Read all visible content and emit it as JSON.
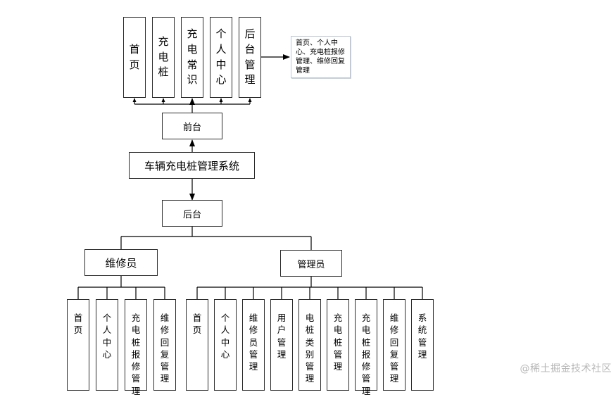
{
  "diagram": {
    "root": "车辆充电桩管理系统",
    "frontend": {
      "label": "前台",
      "modules": [
        "首页",
        "充电桩",
        "充电常识",
        "个人中心",
        "后台管理"
      ],
      "note": "首页、个人中心、充电桩报修管理、维修回复管理"
    },
    "backend": {
      "label": "后台",
      "repair_staff": {
        "label": "维修员",
        "modules": [
          "首页",
          "个人中心",
          "充电桩报修管理",
          "维修回复管理"
        ]
      },
      "admin": {
        "label": "管理员",
        "modules": [
          "首页",
          "个人中心",
          "维修员管理",
          "用户管理",
          "电桩类别管理",
          "充电桩管理",
          "充电桩报修管理",
          "维修回复管理",
          "系统管理"
        ]
      }
    }
  },
  "watermark": "@稀土掘金技术社区"
}
